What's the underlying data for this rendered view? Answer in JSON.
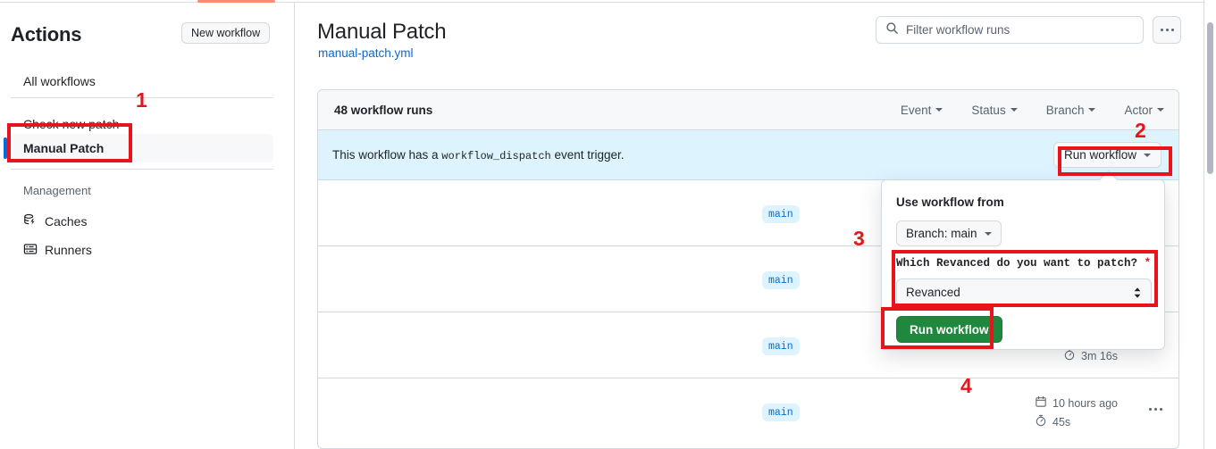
{
  "sidebar": {
    "title": "Actions",
    "new_workflow_label": "New workflow",
    "items": [
      {
        "label": "All workflows"
      },
      {
        "label": "Check new patch"
      },
      {
        "label": "Manual Patch"
      }
    ],
    "management_heading": "Management",
    "management_items": [
      {
        "label": "Caches",
        "icon": "caches-icon"
      },
      {
        "label": "Runners",
        "icon": "runners-icon"
      }
    ]
  },
  "header": {
    "title": "Manual Patch",
    "subtitle": "manual-patch.yml",
    "search_placeholder": "Filter workflow runs",
    "search_value": "",
    "kebab_label": "..."
  },
  "runs": {
    "count_label": "48 workflow runs",
    "filters": [
      {
        "label": "Event"
      },
      {
        "label": "Status"
      },
      {
        "label": "Branch"
      },
      {
        "label": "Actor"
      }
    ],
    "dispatch": {
      "text_before": "This workflow has a ",
      "code": "workflow_dispatch",
      "text_after": " event trigger.",
      "run_button_label": "Run workflow"
    },
    "rows": [
      {
        "branch": "main",
        "date": "",
        "duration": ""
      },
      {
        "branch": "main",
        "date": "",
        "duration": ""
      },
      {
        "branch": "main",
        "date": "",
        "duration": "3m 16s"
      },
      {
        "branch": "main",
        "date": "10 hours ago",
        "duration": "45s"
      }
    ]
  },
  "dropdown": {
    "use_workflow_from_label": "Use workflow from",
    "branch_selector_label": "Branch: main",
    "input_label": "Which Revanced do you want to patch?",
    "required_marker": "*",
    "select_value": "Revanced",
    "submit_label": "Run workflow"
  },
  "annotations": [
    {
      "number": "1"
    },
    {
      "number": "2"
    },
    {
      "number": "3"
    },
    {
      "number": "4"
    }
  ],
  "colors": {
    "accent_blue": "#0969da",
    "green": "#1f883d",
    "annotation_red": "#e8141b",
    "banner_blue": "#ddf4ff",
    "tab_orange": "#fd8c73"
  }
}
